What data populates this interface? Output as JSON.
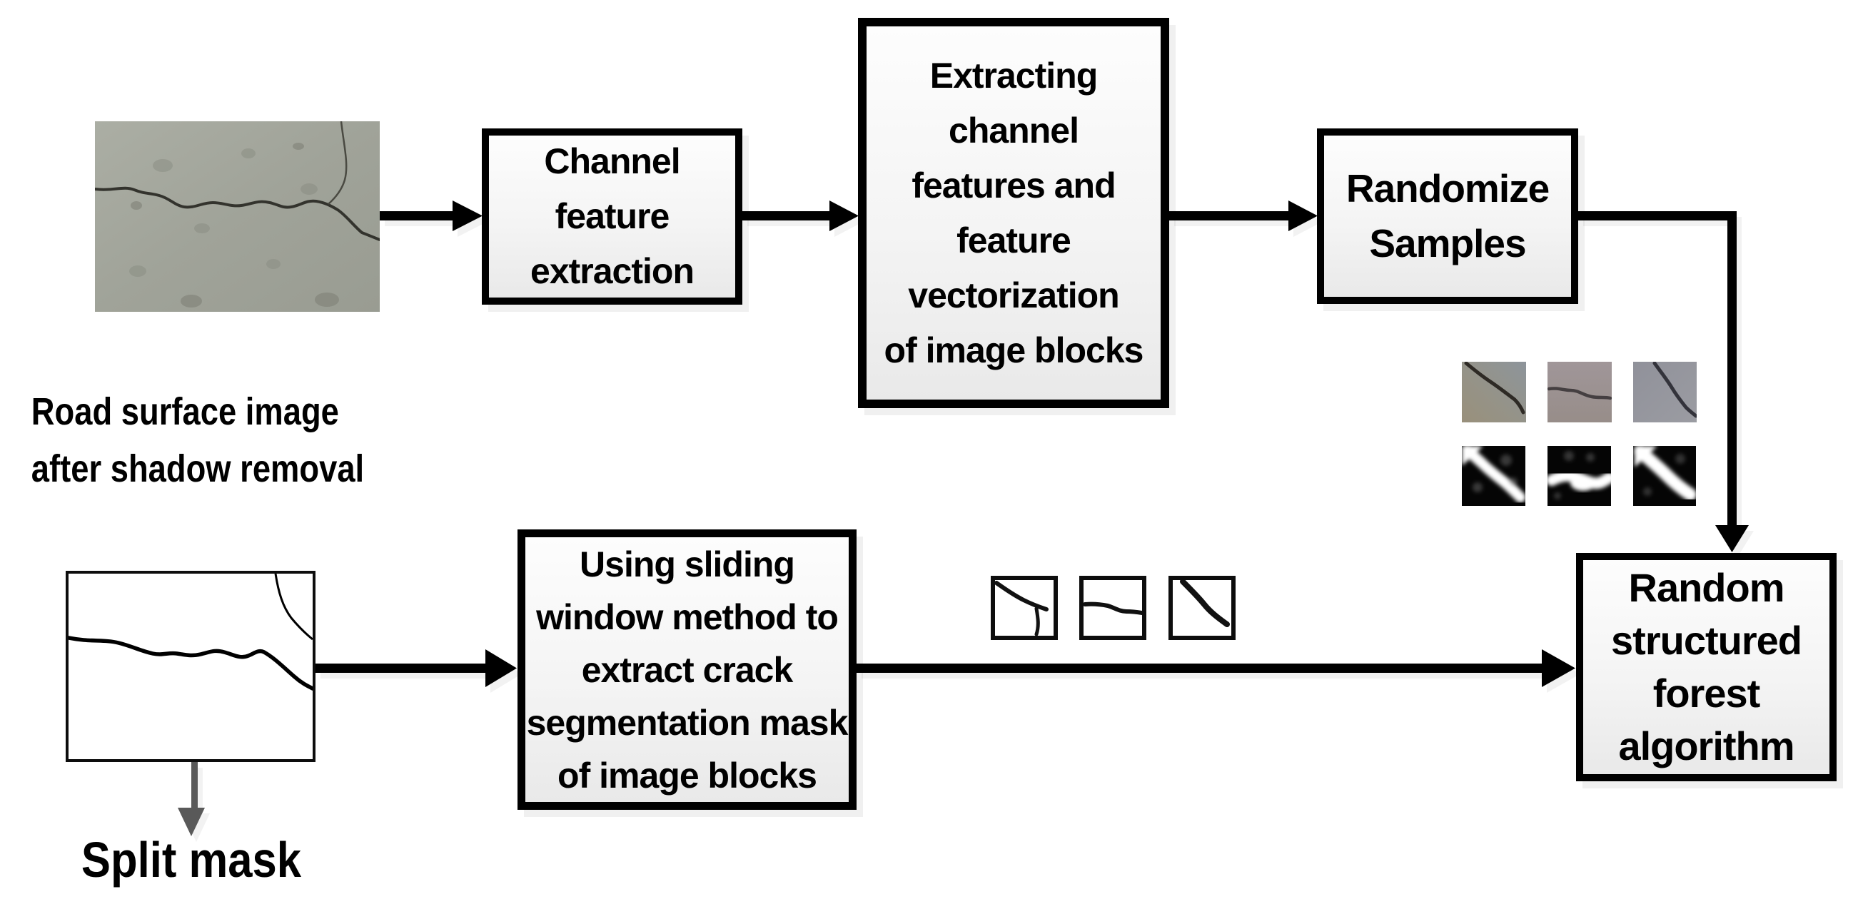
{
  "labels": {
    "road1": "Road surface image",
    "road2": "after shadow removal",
    "split": "Split mask"
  },
  "boxes": {
    "channel": {
      "lines": [
        "Channel",
        "feature",
        "extraction"
      ]
    },
    "extracting": {
      "lines": [
        "Extracting",
        "channel",
        "features and",
        "feature",
        "vectorization",
        "of image blocks"
      ]
    },
    "randomize": {
      "lines": [
        "Randomize",
        "Samples"
      ]
    },
    "forest": {
      "lines": [
        "Random",
        "structured",
        "forest",
        "algorithm"
      ]
    },
    "sliding": {
      "lines": [
        "Using sliding",
        "window method to",
        "extract crack",
        "segmentation mask",
        "of image blocks"
      ]
    }
  },
  "images": {
    "road_photo": "road-surface-photo-with-crack",
    "split_mask": "binary-crack-split-mask",
    "sample_patches_photo": [
      "crack-sample-patch-1",
      "crack-sample-patch-2",
      "crack-sample-patch-3"
    ],
    "sample_patches_mask": [
      "crack-mask-patch-1",
      "crack-mask-patch-2",
      "crack-mask-patch-3"
    ],
    "window_patches": [
      "sliding-window-mask-1",
      "sliding-window-mask-2",
      "sliding-window-mask-3"
    ]
  },
  "colors": {
    "canvas_bg": "#ffffff",
    "text": "#000000",
    "box_border": "#000000",
    "box_fill_top": "#fdfdfd",
    "box_fill_bottom": "#e9e9e9",
    "arrow": "#000000",
    "split_arrow": "#595959"
  }
}
